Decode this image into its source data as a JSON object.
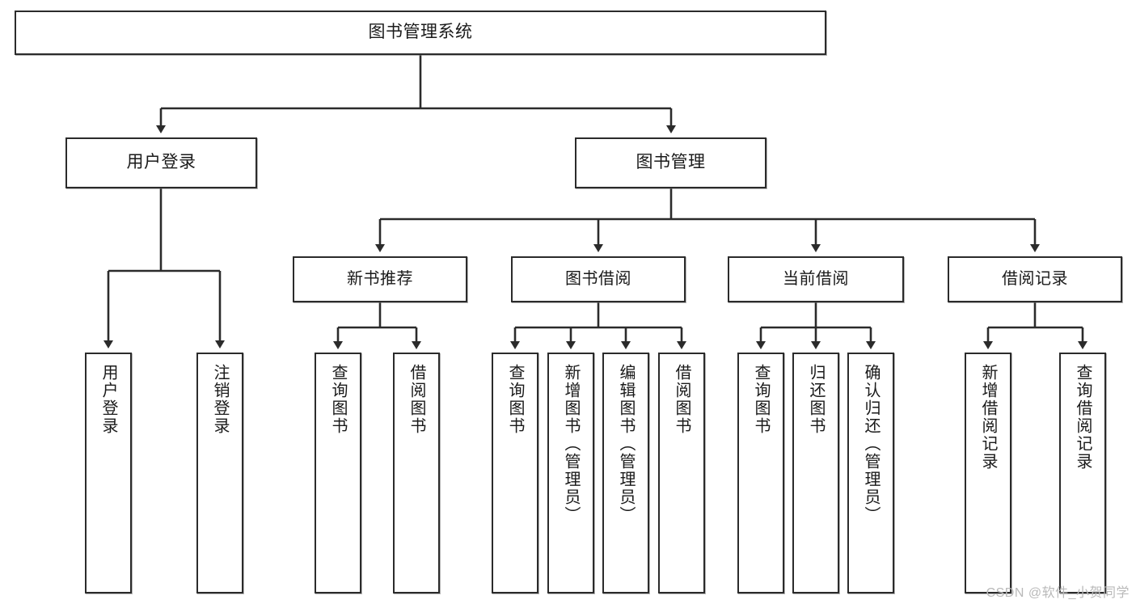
{
  "diagram": {
    "title": "图书管理系统",
    "type": "功能结构图",
    "colors": {
      "box_border": "#2b2b2b",
      "box_fill": "#ffffff",
      "connector": "#2b2b2b",
      "text": "#1a1a1a",
      "watermark": "#b9b9b9",
      "background": "#ffffff"
    },
    "watermark": "CSDN @软件_小贺同学",
    "root": {
      "label": "图书管理系统"
    },
    "level1": [
      {
        "label": "用户登录"
      },
      {
        "label": "图书管理"
      }
    ],
    "level2": [
      {
        "label": "新书推荐"
      },
      {
        "label": "图书借阅"
      },
      {
        "label": "当前借阅"
      },
      {
        "label": "借阅记录"
      }
    ],
    "leaves": {
      "user_login": [
        {
          "label": "用户登录"
        },
        {
          "label": "注销登录"
        }
      ],
      "new_book_recommend": [
        {
          "label": "查询图书"
        },
        {
          "label": "借阅图书"
        }
      ],
      "book_borrow": [
        {
          "label": "查询图书"
        },
        {
          "label": "新增图书（管理员）"
        },
        {
          "label": "编辑图书（管理员）"
        },
        {
          "label": "借阅图书"
        }
      ],
      "current_borrow": [
        {
          "label": "查询图书"
        },
        {
          "label": "归还图书"
        },
        {
          "label": "确认归还（管理员）"
        }
      ],
      "borrow_record": [
        {
          "label": "新增借阅记录"
        },
        {
          "label": "查询借阅记录"
        }
      ]
    }
  }
}
